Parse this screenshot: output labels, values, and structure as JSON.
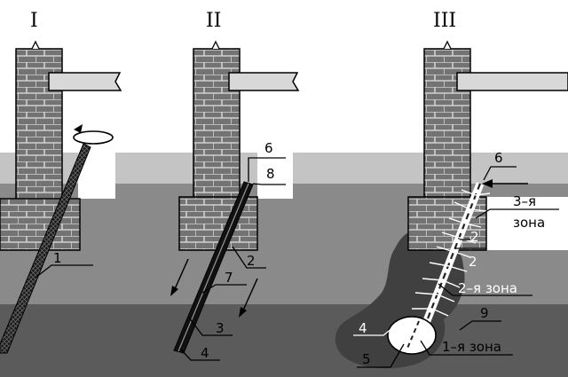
{
  "panels": {
    "one": {
      "title": "I",
      "labels": {
        "pile": "1"
      }
    },
    "two": {
      "title": "II",
      "labels": {
        "n6": "6",
        "n8": "8",
        "n2": "2",
        "n7": "7",
        "n3": "3",
        "n4": "4"
      }
    },
    "three": {
      "title": "III",
      "labels": {
        "n6": "6",
        "zone3_num": "3–я",
        "zone3_word": "зона",
        "n2": "2",
        "zone2": "2–я зона",
        "n9": "9",
        "n4": "4",
        "n5": "5",
        "zone1": "1–я зона"
      }
    }
  },
  "colors": {
    "sky": "#ffffff",
    "soil_upper": "#c4c4c4",
    "soil_mid": "#8a8a8a",
    "soil_lower": "#5b5b5b",
    "brick_fill": "#737373",
    "brick_joint": "#d0d0d0",
    "slab": "#d8d8d8",
    "injection_zone": "#404040"
  }
}
